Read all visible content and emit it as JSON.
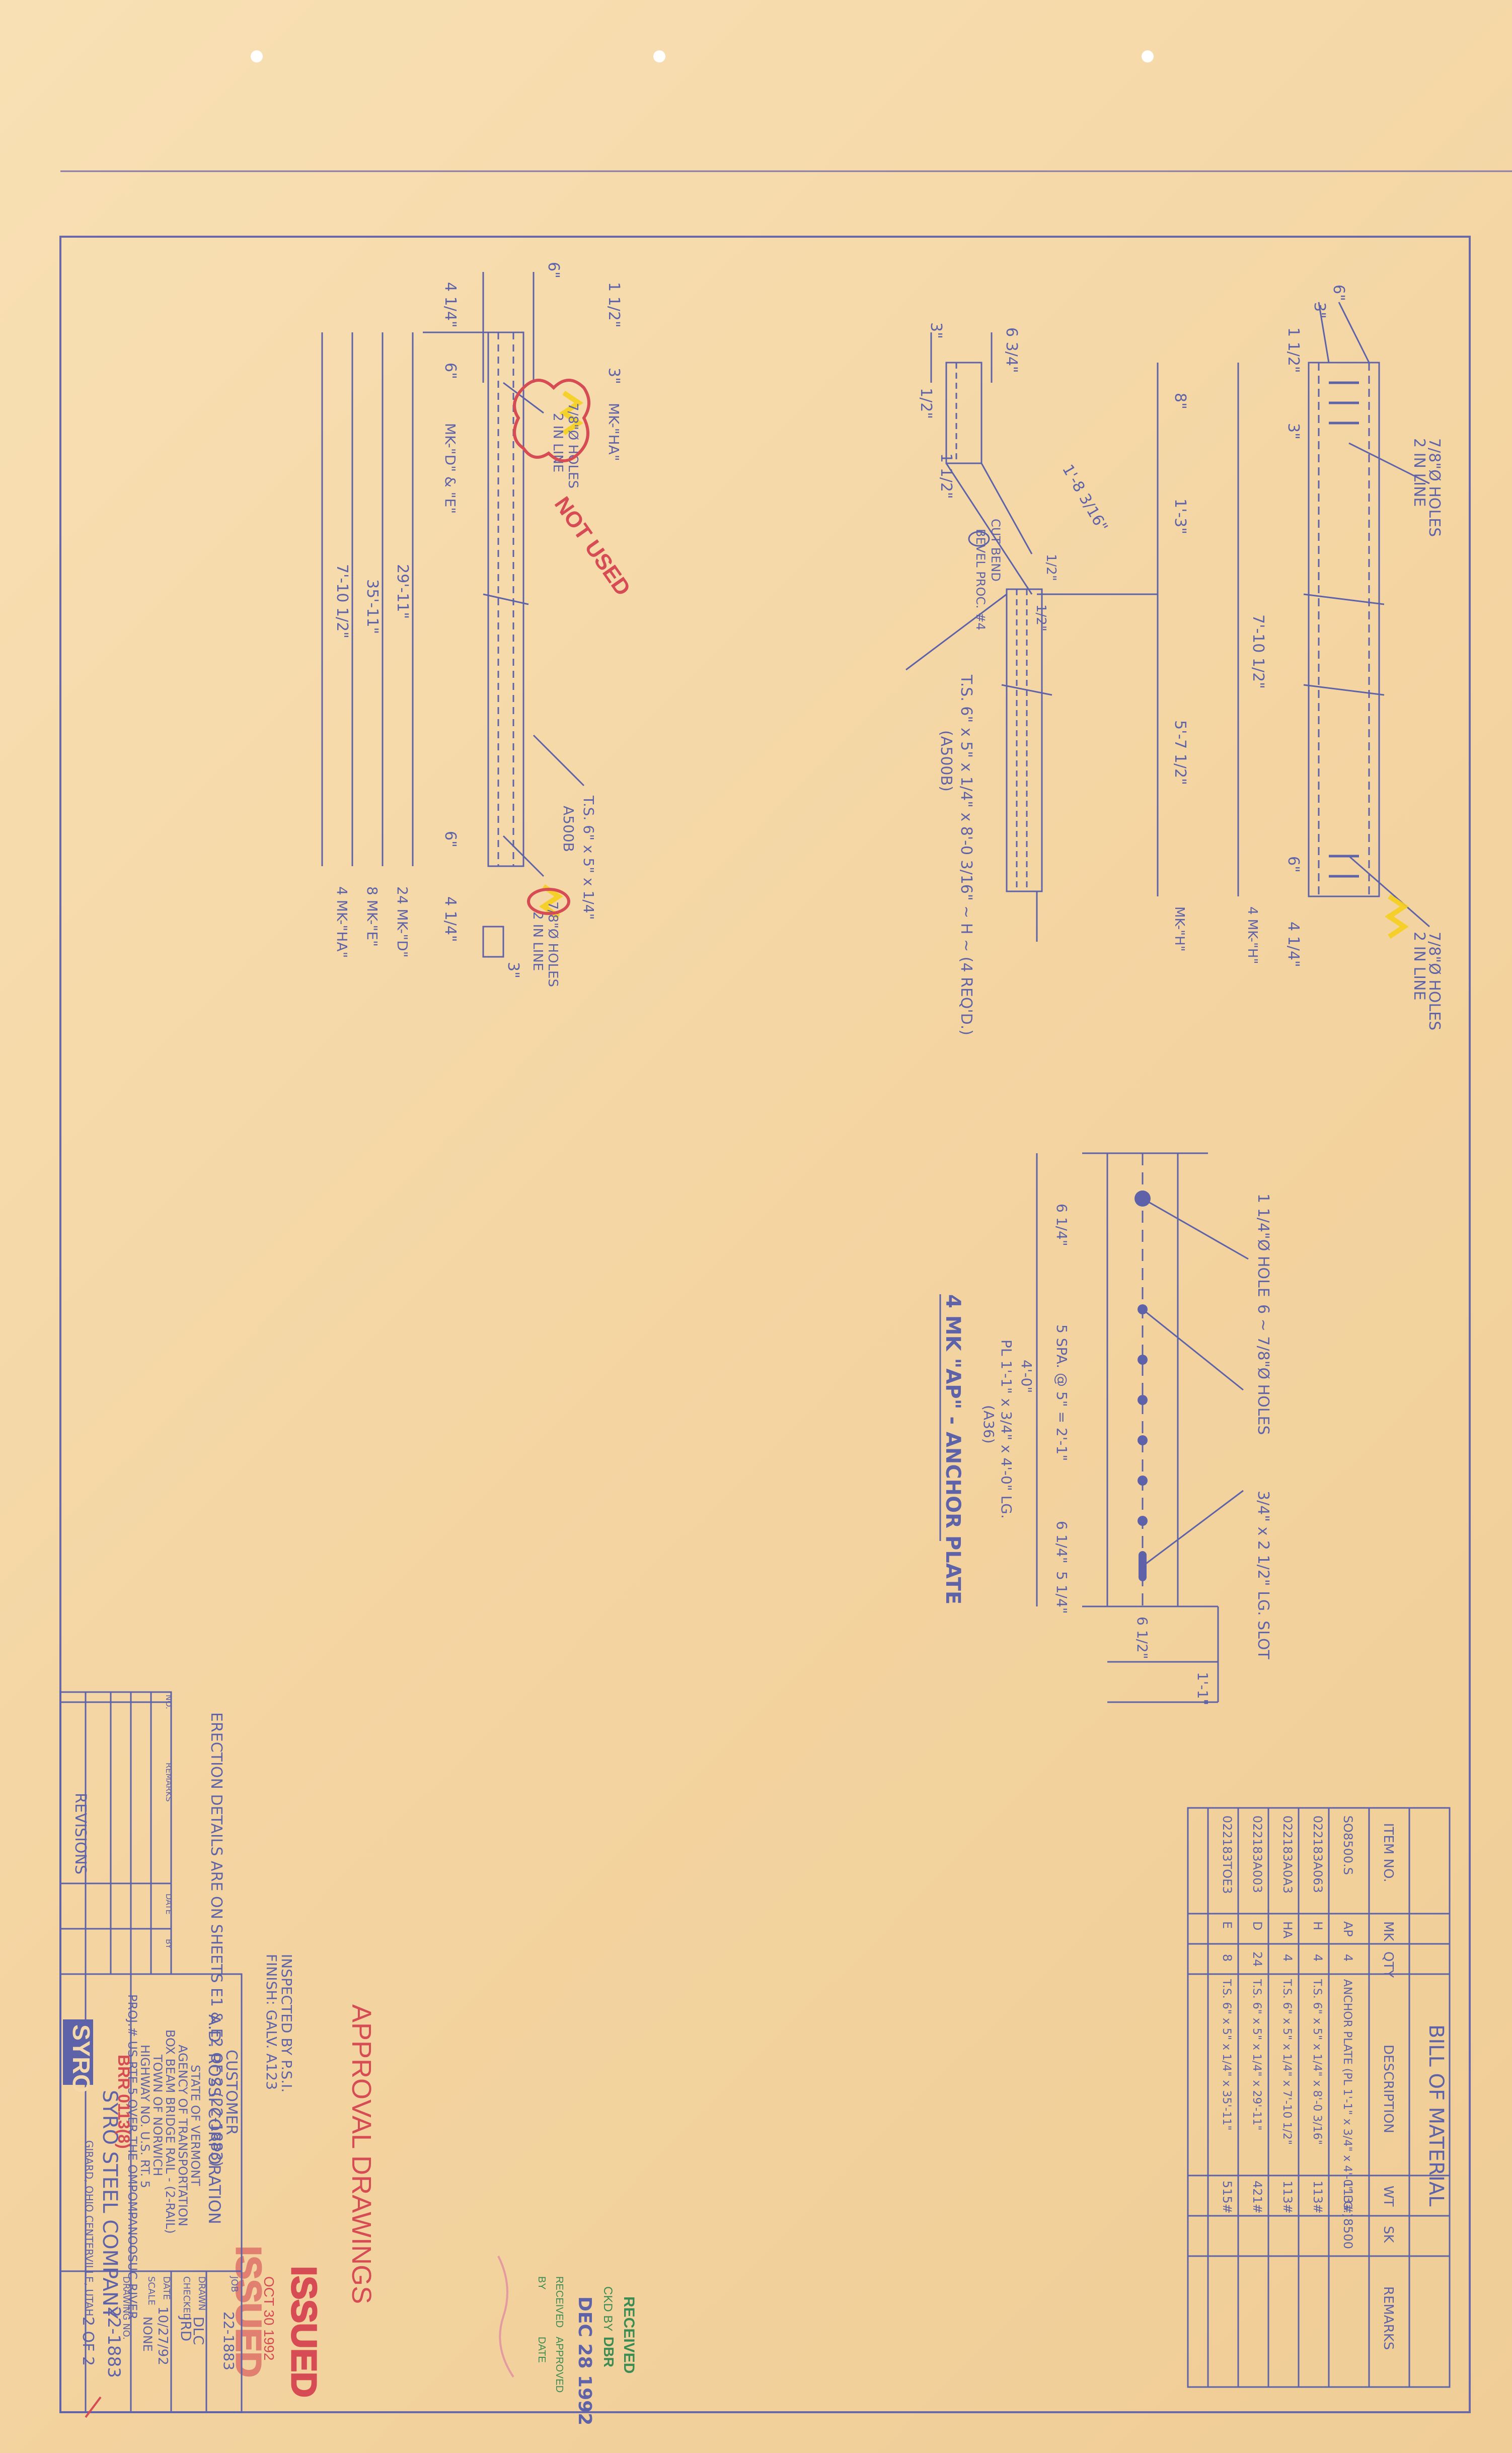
{
  "colors": {
    "paper": "#f6d9aa",
    "ink": "#5e62a8",
    "stamp_red": "#d64b54",
    "stamp_green": "#3a8c52",
    "highlighter": "#f5cf1d"
  },
  "bill_of_material": {
    "title": "BILL OF MATERIAL",
    "headers": [
      "ITEM NO.",
      "MK",
      "QTY",
      "DESCRIPTION",
      "WT",
      "SK",
      "REMARKS"
    ],
    "rows": [
      {
        "item": "SO8500.S",
        "mk": "AP",
        "qty": "4",
        "desc": "ANCHOR PLATE (PL 1'-1\" x 3/4\" x 4'-0\" LG.)",
        "wt": "113#",
        "sk": "8500",
        "remarks": ""
      },
      {
        "item": "022183A063",
        "mk": "H",
        "qty": "4",
        "desc": "T.S. 6\" x 5\" x 1/4\" x 8'-0 3/16\"",
        "wt": "113#",
        "sk": "",
        "remarks": ""
      },
      {
        "item": "022183A0A3",
        "mk": "HA",
        "qty": "4",
        "desc": "T.S. 6\" x 5\" x 1/4\" x 7'-10 1/2\"",
        "wt": "113#",
        "sk": "",
        "remarks": ""
      },
      {
        "item": "022183A003",
        "mk": "D",
        "qty": "24",
        "desc": "T.S. 6\" x 5\" x 1/4\" x 29'-11\"",
        "wt": "421#",
        "sk": "",
        "remarks": ""
      },
      {
        "item": "022183TOE3",
        "mk": "E",
        "qty": "8",
        "desc": "T.S. 6\" x 5\" x 1/4\" x 35'-11\"",
        "wt": "515#",
        "sk": "",
        "remarks": ""
      }
    ]
  },
  "mk_h": {
    "top_labels": [
      "7/8\"Ø HOLES",
      "2 IN LINE"
    ],
    "bottom_labels": [
      "7/8\"Ø HOLES",
      "2 IN LINE"
    ],
    "dims": [
      "6\"",
      "3\"",
      "1 1/2\"",
      "3\"",
      "1'-3\"",
      "8\"",
      "7'-10 1/2\"",
      "5'-7 1/2\"",
      "6\"",
      "4 1/4\"",
      "4 MK-\"H\"",
      "MK-\"H\"",
      "6 3/4\"",
      "3\"",
      "1/2\"",
      "1 1/2\"",
      "1'-8 3/16\"",
      "1/2\"",
      "1/2\""
    ],
    "notes": [
      "T.S. 6\" x 5\" x 1/4\" x 8'-0 3/16\" ~ H ~ (4 REQ'D.)",
      "(A500B)",
      "CUT BEND",
      "BEVEL PROC. #4"
    ]
  },
  "mk_d": {
    "dims": [
      "1 1/2\"",
      "6\"",
      "3\"",
      "4 1/4\"",
      "6\"",
      "MK-\"HA\"",
      "MK-\"D\" & \"E\"",
      "7'-10 1/2\"",
      "29'-11\"",
      "35'-11\"",
      "6\"",
      "4 1/4\"",
      "3\"",
      "4 MK-\"HA\"",
      "8 MK-\"E\"",
      "24 MK-\"D\""
    ],
    "labels": [
      "7/8\"Ø HOLES",
      "2 IN LINE",
      "T.S. 6\" x 5\" x 1/4\"",
      "A500B",
      "7/8\"Ø HOLES",
      "2 IN LINE"
    ],
    "strike": "NOT USED"
  },
  "anchor_plate": {
    "title": "4 MK \"AP\" - ANCHOR PLATE",
    "callouts": [
      "1 1/4\"Ø HOLE",
      "6 ~ 7/8\"Ø HOLES",
      "3/4\" x 2 1/2\" LG. SLOT"
    ],
    "dims": [
      "6 1/4\"",
      "5 SPA. @ 5\" = 2'-1\"",
      "4'-0\"",
      "6 1/4\"",
      "5 1/4\"",
      "6 1/2\"",
      "1'-1\""
    ],
    "material": [
      "PL 1'-1\" x 3/4\" x 4'-0\" LG.",
      "(A36)"
    ]
  },
  "approval": {
    "text": "APPROVAL DRAWINGS"
  },
  "stamps": {
    "issued": "ISSUED",
    "issued_date": "OCT 30 1992",
    "issued2": "ISSUED",
    "received_title": "RECEIVED",
    "received_by": "CKD BY",
    "received_ckd": "DBR",
    "received_date": "DEC 28 1992",
    "received_extra": [
      "RECEIVED",
      "BY",
      "APPROVED",
      "DATE"
    ]
  },
  "notes": {
    "erection": "ERECTION DETAILS ARE ON SHEETS E1 & E2 OF 2 (22-1883)",
    "inspected": "INSPECTED BY P.S.I.",
    "finish": "FINISH: GALV. A123"
  },
  "title_block": {
    "customer_label": "CUSTOMER",
    "customer": "A.D. ROSSI CORPORATION",
    "lines": [
      "STATE OF VERMONT",
      "AGENCY OF TRANSPORTATION",
      "BOX BEAM BRIDGE RAIL - (2-RAIL)",
      "TOWN OF NORWICH",
      "HIGHWAY NO. U.S. RT. 5",
      "PROJ.# US RTE 5 OVER THE OMPOMPANOOSUC RIVER"
    ],
    "scribble": "BRR 0113(8)",
    "company_logo": "SYRO",
    "company": "SYRO STEEL COMPANY",
    "cities": "GIRARD, OHIO  CENTERVILLE, UTAH",
    "job_label": "JOB",
    "job": "22-1883",
    "drawn_label": "DRAWN",
    "drawn": "DLC",
    "checked_label": "CHECKED",
    "checked": "JRD",
    "date_label": "DATE",
    "date": "10/27/92",
    "scale_label": "SCALE",
    "scale": "NONE",
    "drawing_label": "DRAWING NO.",
    "drawing": "22-1883",
    "sheet": "2 OF 2",
    "revisions": "REVISIONS",
    "rev_headers": [
      "NO.",
      "REMARKS",
      "DATE",
      "BY"
    ]
  }
}
